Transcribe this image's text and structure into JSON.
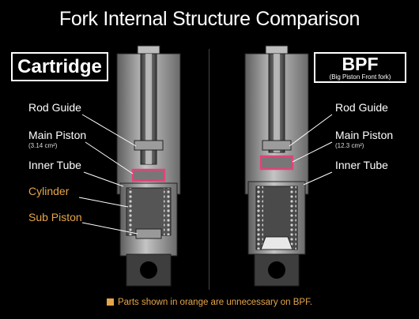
{
  "title": "Fork Internal Structure Comparison",
  "colors": {
    "orange": "#e5a54a",
    "highlight": "#e0437a",
    "metal": "#a8a8a8"
  },
  "left": {
    "heading": "Cartridge",
    "labels": {
      "rod_guide": "Rod Guide",
      "main_piston": "Main Piston",
      "main_piston_area": "(3.14 cm²)",
      "inner_tube": "Inner Tube",
      "cylinder": "Cylinder",
      "sub_piston": "Sub Piston"
    }
  },
  "right": {
    "heading": "BPF",
    "heading_sub": "(Big Piston Front fork)",
    "labels": {
      "rod_guide": "Rod Guide",
      "main_piston": "Main Piston",
      "main_piston_area": "(12.3 cm²)",
      "inner_tube": "Inner Tube"
    }
  },
  "legend": "Parts shown in orange are unnecessary on BPF."
}
